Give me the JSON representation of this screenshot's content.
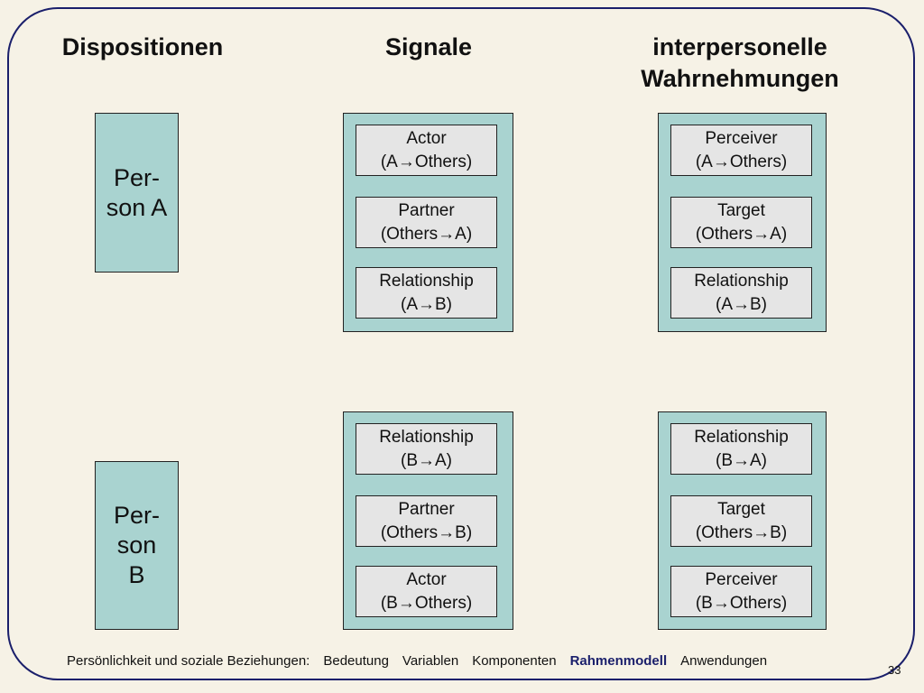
{
  "headings": {
    "dispositions": "Dispositionen",
    "signals": "Signale",
    "perceptions_line1": "interpersonelle",
    "perceptions_line2": "Wahrnehmungen"
  },
  "persons": {
    "a": "Per-\nson A",
    "b": "Per-\nson\nB"
  },
  "signals_a": [
    {
      "role": "Actor",
      "direction": "(A→Others)"
    },
    {
      "role": "Partner",
      "direction": "(Others→A)"
    },
    {
      "role": "Relationship",
      "direction": "(A→B)"
    }
  ],
  "perceptions_a": [
    {
      "role": "Perceiver",
      "direction": "(A→Others)"
    },
    {
      "role": "Target",
      "direction": "(Others→A)"
    },
    {
      "role": "Relationship",
      "direction": "(A→B)"
    }
  ],
  "signals_b": [
    {
      "role": "Relationship",
      "direction": "(B→A)"
    },
    {
      "role": "Partner",
      "direction": "(Others→B)"
    },
    {
      "role": "Actor",
      "direction": "(B→Others)"
    }
  ],
  "perceptions_b": [
    {
      "role": "Relationship",
      "direction": "(B→A)"
    },
    {
      "role": "Target",
      "direction": "(Others→B)"
    },
    {
      "role": "Perceiver",
      "direction": "(B→Others)"
    }
  ],
  "footer": {
    "course": "Persönlichkeit und soziale Beziehungen:",
    "nav": [
      "Bedeutung",
      "Variablen",
      "Komponenten",
      "Rahmenmodell",
      "Anwendungen"
    ],
    "active": "Rahmenmodell",
    "page": "33"
  }
}
